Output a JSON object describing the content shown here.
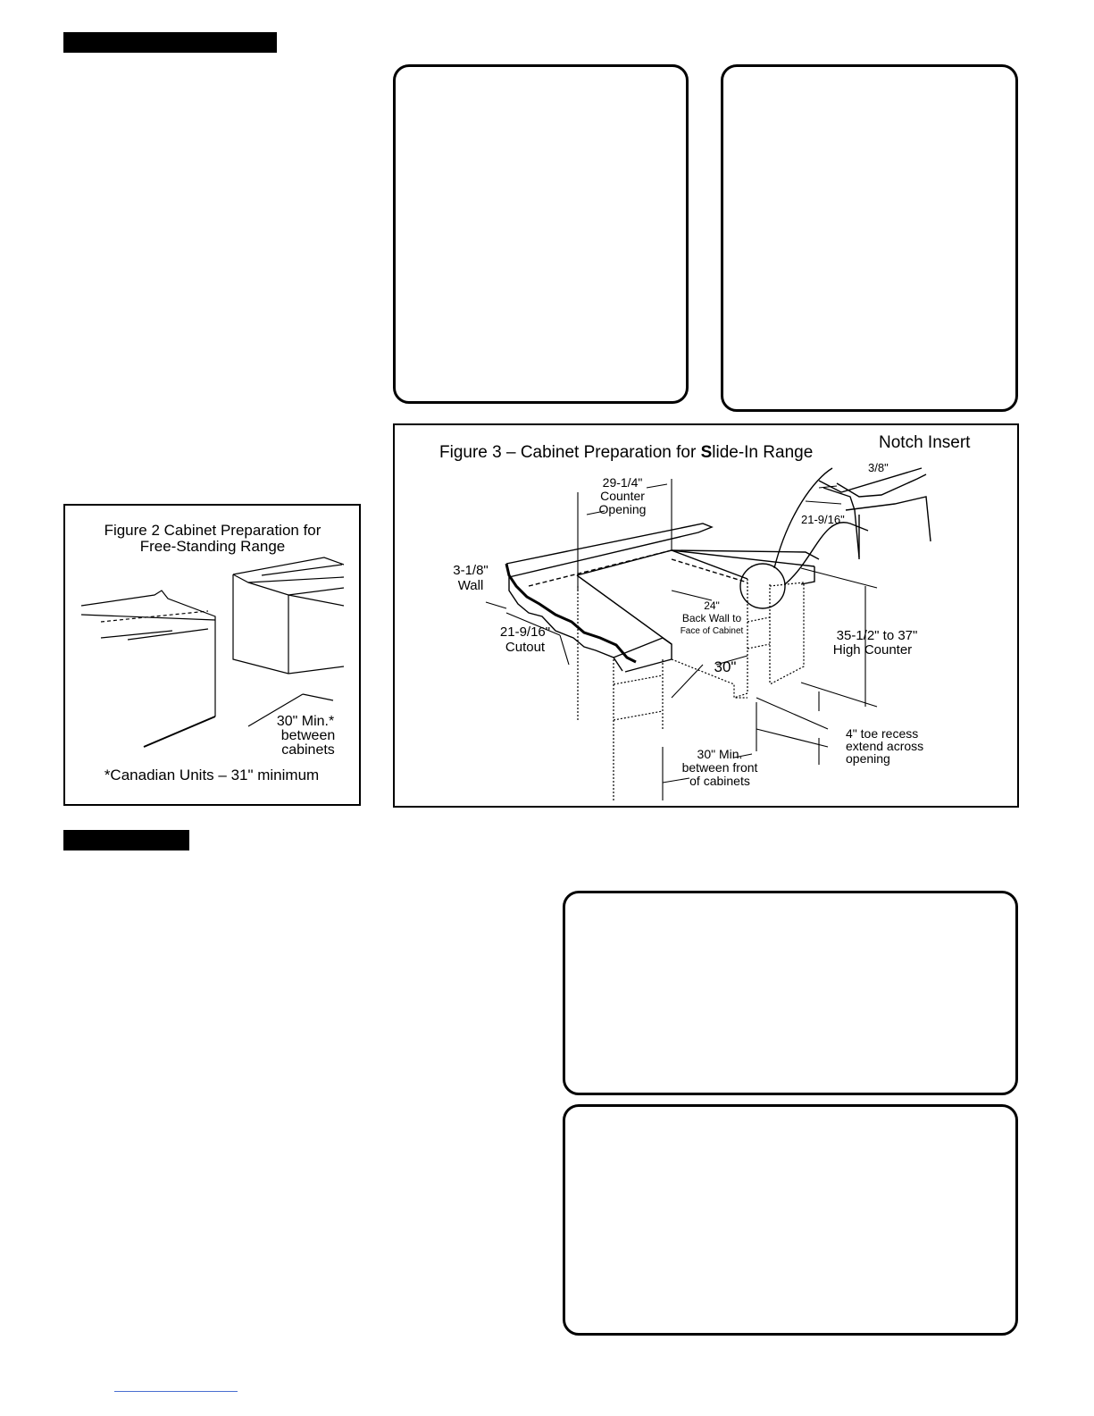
{
  "figure2": {
    "title_line1": "Figure 2 Cabinet Preparation for",
    "title_line2": "Free-Standing Range",
    "min_line1": "30\" Min.*",
    "min_line2": "between",
    "min_line3": "cabinets",
    "footnote": "*Canadian Units – 31\" minimum"
  },
  "figure3": {
    "title_prefix": "Figure 3 – Cabinet Preparation for ",
    "title_s": "S",
    "title_suffix": "lide-In Range",
    "notch_title": "Notch Insert",
    "notch_3_8": "3/8\"",
    "notch_21_9_16": "21-9/16\"",
    "counter_1": "29-1/4\"",
    "counter_2": "Counter",
    "counter_3": "Opening",
    "wall_1": "3-1/8\"",
    "wall_2": "Wall",
    "cutout_1": "21-9/16\"",
    "cutout_2": "Cutout",
    "back_1": "24\"",
    "back_2": "Back Wall to",
    "back_3": "Face of Cabinet",
    "width_30": "30\"",
    "high_1": "35-1/2\" to 37\"",
    "high_2": "High Counter",
    "toe_1": "4\" toe recess",
    "toe_2": "extend across",
    "toe_3": "opening",
    "front_1": "30\" Min.",
    "front_2": "between front",
    "front_3": "of cabinets"
  }
}
